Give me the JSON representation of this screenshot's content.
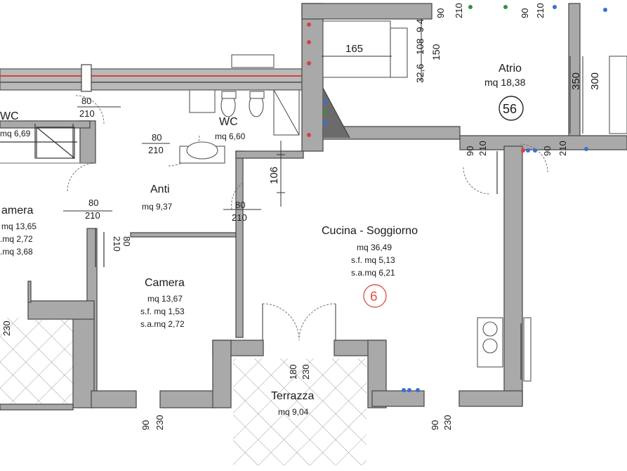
{
  "rooms": {
    "wc_left": {
      "name": "WC",
      "area": "mq 6,69"
    },
    "camera_left": {
      "name": "amera",
      "area": "mq 13,65",
      "sf": ".mq 2,72",
      "sa": ".mq 3,68"
    },
    "wc_center": {
      "name": "WC",
      "area": "mq 6,60"
    },
    "anti": {
      "name": "Anti",
      "area": "mq 9,37"
    },
    "camera": {
      "name": "Camera",
      "area": "mq 13,67",
      "sf": "s.f. mq 1,53",
      "sa": "s.a.mq 2,72"
    },
    "cucina": {
      "name": "Cucina - Soggiorno",
      "area": "mq 36,49",
      "sf": "s.f. mq 5,13",
      "sa": "s.a.mq 6,21"
    },
    "terrazza": {
      "name": "Terrazza",
      "area": "mq 9,04"
    },
    "atrio": {
      "name": "Atrio",
      "area": "mq 18,38"
    }
  },
  "markers": {
    "apartment": "6",
    "atrio": "56"
  },
  "dimensions": {
    "d80_a": "80",
    "d210_a": "210",
    "d80_b": "80",
    "d210_b": "210",
    "d80_c": "80",
    "d210_c": "210",
    "d80_d": "80",
    "d210_d": "210",
    "d80_e": "80",
    "d210_e": "210",
    "d165": "165",
    "d32_6": "32,6",
    "d108": "108",
    "d150": "150",
    "d9_4": "9 4",
    "d350": "350",
    "d300": "300",
    "d106": "106",
    "d90_top1": "90",
    "d210_top1": "210",
    "d90_top2": "90",
    "d210_top2": "210",
    "d90_mid1": "90",
    "d210_mid1": "210",
    "d90_mid2": "90",
    "d210_mid2": "210",
    "d180": "180",
    "d230_c": "230",
    "d90_b1": "90",
    "d230_b1": "230",
    "d90_b2": "90",
    "d230_b2": "230",
    "d230_left": "230"
  },
  "colors": {
    "wall_fill": "#a9a9a9",
    "wall_stroke": "#4d4d4d",
    "marker_red": "#e0544f",
    "pipe_red": "#d84040",
    "pipe_blue": "#3a6fd0"
  }
}
